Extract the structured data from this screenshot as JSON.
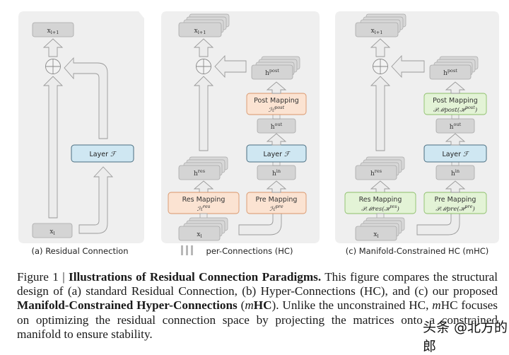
{
  "figure": {
    "panels": [
      {
        "id": "a",
        "caption": "(a) Residual Connection",
        "nodes": {
          "output": "x",
          "output_sub": "l+1",
          "layer": "Layer",
          "layer_symbol": "ℱ",
          "input": "x",
          "input_sub": "l"
        }
      },
      {
        "id": "b",
        "caption": "per-Connections (HC)",
        "caption_full": "(b) Hyper-Connections (HC)",
        "nodes": {
          "output": "x",
          "output_sub": "l+1",
          "h_post": "h",
          "h_post_sup": "post",
          "post_mapping_title": "Post Mapping",
          "post_mapping_sub": "ℋ",
          "post_mapping_sup": "post",
          "h_out": "h",
          "h_out_sup": "out",
          "layer": "Layer",
          "layer_symbol": "ℱ",
          "h_in": "h",
          "h_in_sup": "in",
          "h_res": "h",
          "h_res_sup": "res",
          "res_mapping_title": "Res Mapping",
          "res_mapping_sub": "ℋ",
          "res_mapping_sup": "res",
          "pre_mapping_title": "Pre Mapping",
          "pre_mapping_sub": "ℋ",
          "pre_mapping_sup": "pre",
          "input": "x",
          "input_sub": "l"
        }
      },
      {
        "id": "c",
        "caption": "(c) Manifold-Constrained HC (mHC)",
        "nodes": {
          "output": "x",
          "output_sub": "l+1",
          "h_post": "h",
          "h_post_sup": "post",
          "post_mapping_title": "Post Mapping",
          "post_mapping_sub": "𝒫ℳpost(ℋ",
          "post_mapping_sup": "post",
          "post_mapping_close": ")",
          "h_out": "h",
          "h_out_sup": "out",
          "layer": "Layer",
          "layer_symbol": "ℱ",
          "h_in": "h",
          "h_in_sup": "in",
          "h_res": "h",
          "h_res_sup": "res",
          "res_mapping_title": "Res Mapping",
          "res_mapping_sub": "𝒫ℳres(ℋ",
          "res_mapping_sup": "res",
          "res_mapping_close": ")",
          "pre_mapping_title": "Pre Mapping",
          "pre_mapping_sub": "𝒫ℳpre(ℋ",
          "pre_mapping_sup": "pre",
          "pre_mapping_close": ")",
          "input": "x",
          "input_sub": "l"
        }
      }
    ],
    "colors": {
      "panel_bg": "#eeeeee",
      "node_gray": "#d6d6d6",
      "node_border": "#a8a8a8",
      "layer_blue": "#cfe8f3",
      "layer_border": "#4a6e80",
      "mapping_orange": "#fbe3d2",
      "mapping_orange_border": "#d9956a",
      "mapping_green": "#e3f3d6",
      "mapping_green_border": "#8cbf6a",
      "arrow_fill": "#ececec",
      "arrow_stroke": "#9a9a9a"
    }
  },
  "caption": {
    "label": "Figure 1 |",
    "title": "Illustrations of Residual Connection Paradigms.",
    "text1": "This figure compares the structural design of (a) standard Residual Connection, (b) Hyper-Connections (HC), and (c) our proposed",
    "bold2": "Manifold-Constrained Hyper-Connections",
    "text2a": "(",
    "m1": "m",
    "text2b": "HC). Unlike the unconstrained HC,",
    "m2": "m",
    "text2c": "HC focuses on optimizing the residual connection space by projecting the matrices onto a constrained manifold to ensure stability."
  },
  "watermark": "头条 @北方的郎"
}
